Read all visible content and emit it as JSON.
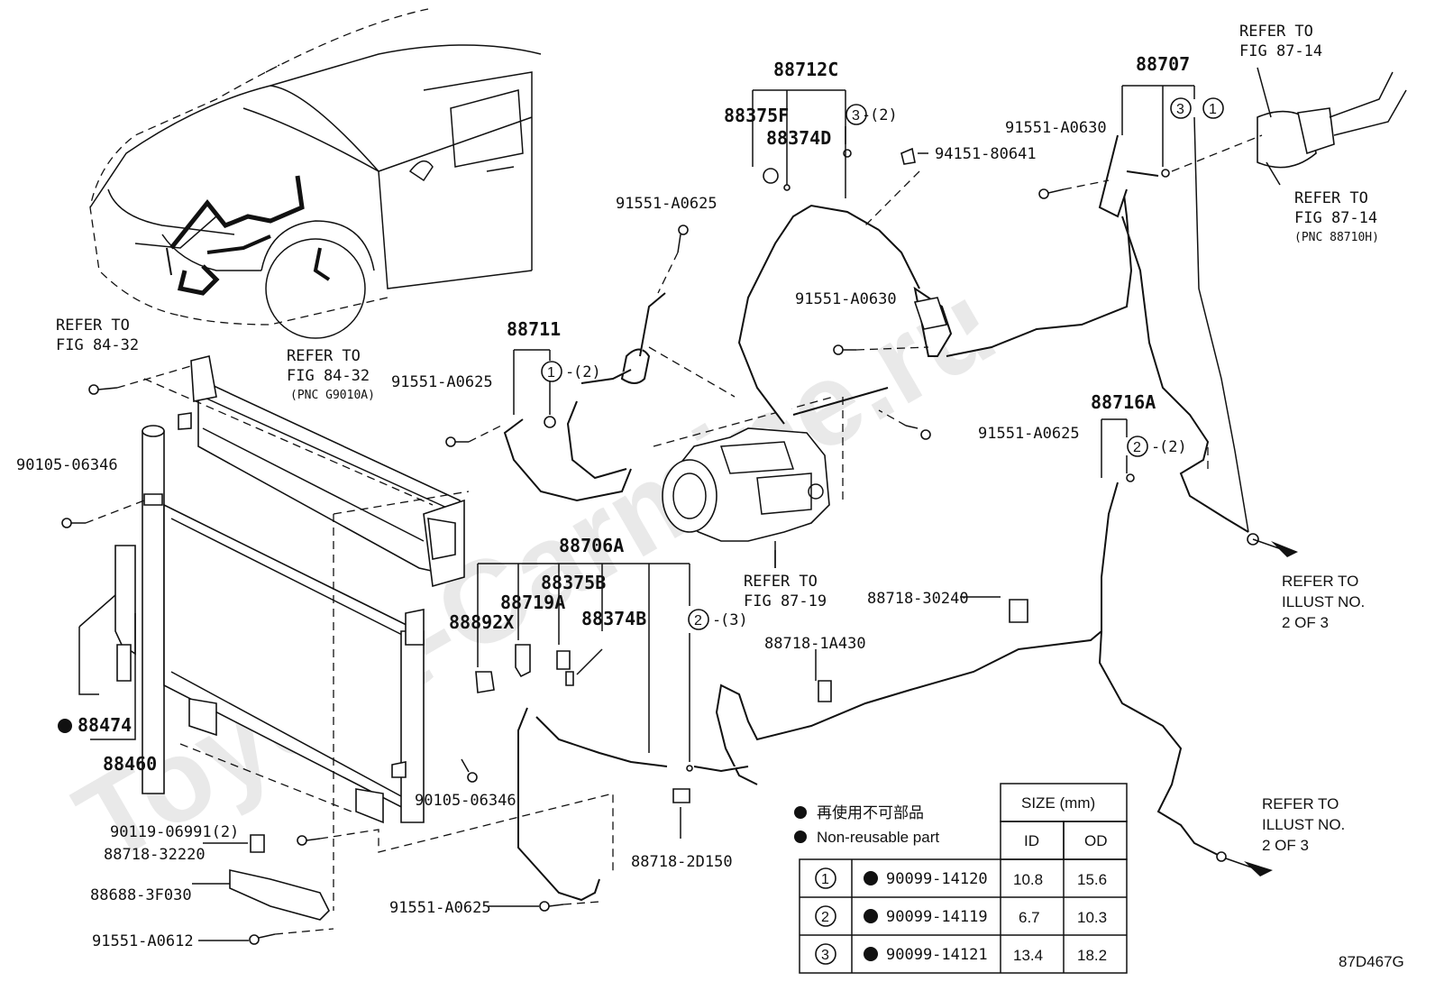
{
  "watermark": "Toyota-Carmine.ru",
  "diagram_id": "87D467G",
  "parts": {
    "p88712C": "88712C",
    "p88375F": "88375F",
    "p88374D": "88374D",
    "p88707": "88707",
    "p88711": "88711",
    "p88706A": "88706A",
    "p88375B": "88375B",
    "p88719A": "88719A",
    "p88374B": "88374B",
    "p88892X": "88892X",
    "p88716A": "88716A",
    "p88474": "88474",
    "p88460": "88460",
    "p91551_A0630_top": "91551-A0630",
    "p94151_80641": "94151-80641",
    "p91551_A0625_top": "91551-A0625",
    "p91551_A0630_mid": "91551-A0630",
    "p91551_A0625_mid": "91551-A0625",
    "p91551_A0625_right": "91551-A0625",
    "p90105_06346_left": "90105-06346",
    "p90105_06346_bot": "90105-06346",
    "p90119_06991": "90119-06991(2)",
    "p88718_32220": "88718-32220",
    "p88688_3F030": "88688-3F030",
    "p91551_A0612": "91551-A0612",
    "p91551_A0625_bot": "91551-A0625",
    "p88718_2D150": "88718-2D150",
    "p88718_1A430": "88718-1A430",
    "p88718_30240": "88718-30240"
  },
  "qty": {
    "q1_88711": "(2)",
    "q3_88712C": "(2)",
    "q2_88716A": "(2)",
    "q2_88706A": "(3)"
  },
  "circles": {
    "c1": "1",
    "c2": "2",
    "c3": "3"
  },
  "refs": {
    "ref_84_32_a_line1": "REFER TO",
    "ref_84_32_a_line2": "FIG 84-32",
    "ref_84_32_b_line1": "REFER TO",
    "ref_84_32_b_line2": "FIG 84-32",
    "ref_84_32_b_pnc": "(PNC G9010A)",
    "ref_87_19_line1": "REFER TO",
    "ref_87_19_line2": "FIG 87-19",
    "ref_87_14_a_line1": "REFER TO",
    "ref_87_14_a_line2": "FIG 87-14",
    "ref_87_14_b_line1": "REFER TO",
    "ref_87_14_b_line2": "FIG 87-14",
    "ref_87_14_b_pnc": "(PNC 88710H)",
    "ref_illust_a_line1": "REFER TO",
    "ref_illust_a_line2": "ILLUST NO.",
    "ref_illust_a_line3": "2 OF 3",
    "ref_illust_b_line1": "REFER TO",
    "ref_illust_b_line2": "ILLUST NO.",
    "ref_illust_b_line3": "2 OF 3"
  },
  "legend": {
    "jp": "再使用不可部品",
    "en": "Non-reusable part"
  },
  "table": {
    "size_header": "SIZE (mm)",
    "id_header": "ID",
    "od_header": "OD",
    "rows": [
      {
        "no": "1",
        "part": "90099-14120",
        "id": "10.8",
        "od": "15.6"
      },
      {
        "no": "2",
        "part": "90099-14119",
        "id": "6.7",
        "od": "10.3"
      },
      {
        "no": "3",
        "part": "90099-14121",
        "id": "13.4",
        "od": "18.2"
      }
    ]
  }
}
